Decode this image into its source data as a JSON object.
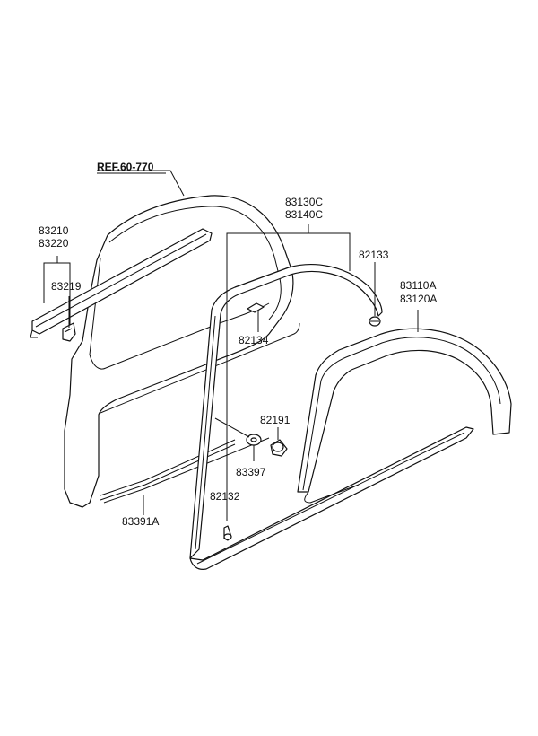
{
  "diagram": {
    "ref_label": "REF.60-770",
    "labels": {
      "p83210": "83210",
      "p83220": "83220",
      "p83219": "83219",
      "p83130c": "83130C",
      "p83140c": "83140C",
      "p82133": "82133",
      "p83110a": "83110A",
      "p83120a": "83120A",
      "p82134": "82134",
      "p82191": "82191",
      "p83397": "83397",
      "p82132": "82132",
      "p83391a": "83391A"
    }
  }
}
